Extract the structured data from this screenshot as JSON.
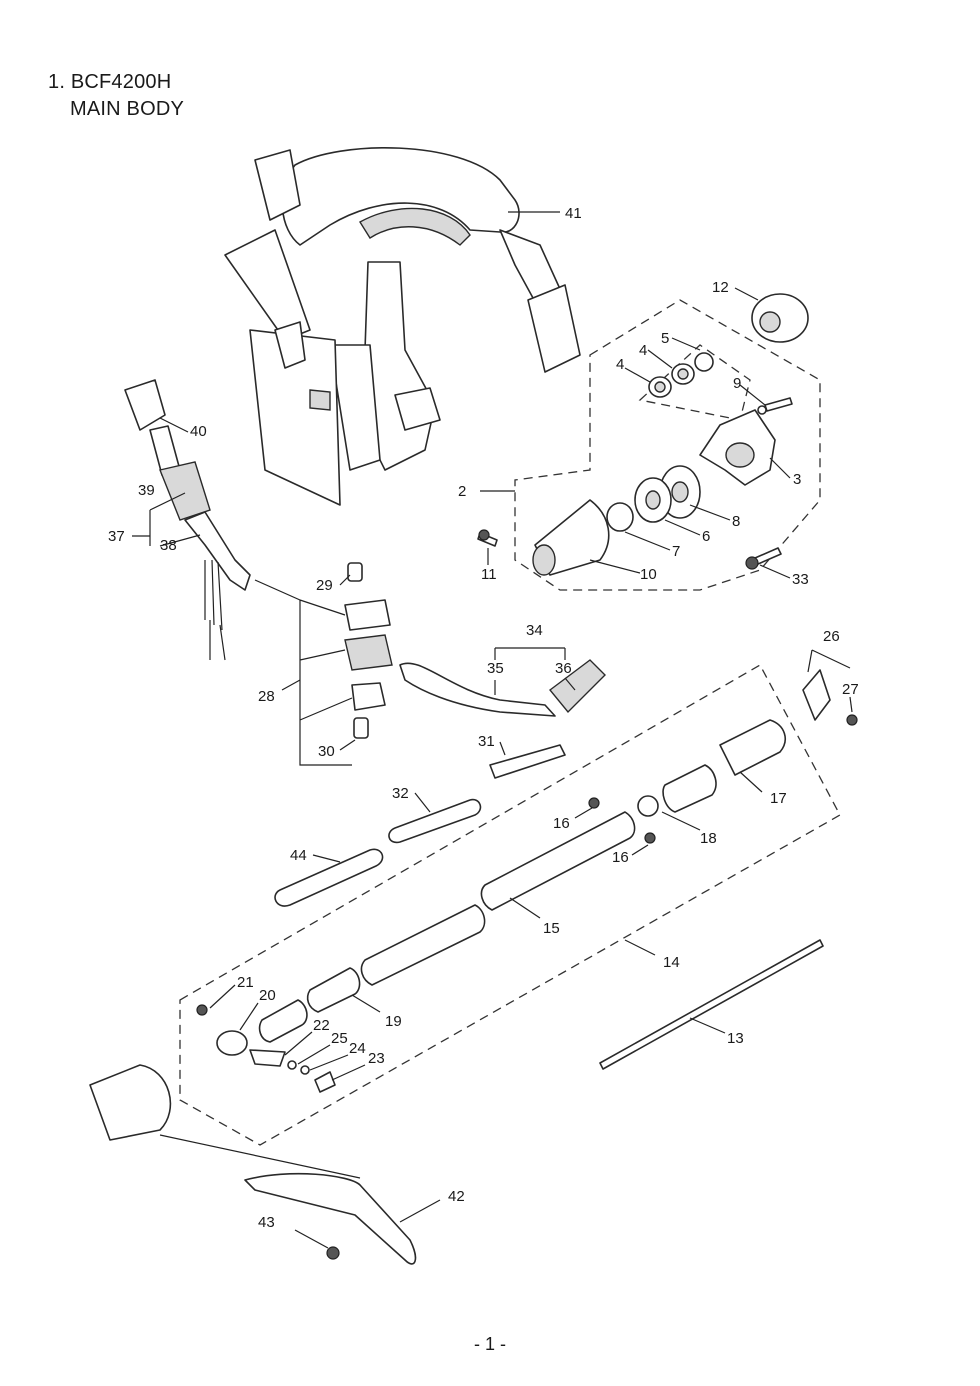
{
  "header": {
    "line1": "1. BCF4200H",
    "line2": "MAIN BODY"
  },
  "footer": {
    "page_number": "- 1 -"
  },
  "callouts": [
    {
      "id": "c41",
      "text": "41"
    },
    {
      "id": "c12",
      "text": "12"
    },
    {
      "id": "c5",
      "text": "5"
    },
    {
      "id": "c4a",
      "text": "4"
    },
    {
      "id": "c4b",
      "text": "4"
    },
    {
      "id": "c9",
      "text": "9"
    },
    {
      "id": "c3",
      "text": "3"
    },
    {
      "id": "c2",
      "text": "2"
    },
    {
      "id": "c8",
      "text": "8"
    },
    {
      "id": "c6",
      "text": "6"
    },
    {
      "id": "c7",
      "text": "7"
    },
    {
      "id": "c10",
      "text": "10"
    },
    {
      "id": "c11",
      "text": "11"
    },
    {
      "id": "c33",
      "text": "33"
    },
    {
      "id": "c40",
      "text": "40"
    },
    {
      "id": "c39",
      "text": "39"
    },
    {
      "id": "c37",
      "text": "37"
    },
    {
      "id": "c38",
      "text": "38"
    },
    {
      "id": "c29",
      "text": "29"
    },
    {
      "id": "c28",
      "text": "28"
    },
    {
      "id": "c30",
      "text": "30"
    },
    {
      "id": "c34",
      "text": "34"
    },
    {
      "id": "c35",
      "text": "35"
    },
    {
      "id": "c36",
      "text": "36"
    },
    {
      "id": "c26",
      "text": "26"
    },
    {
      "id": "c27",
      "text": "27"
    },
    {
      "id": "c31",
      "text": "31"
    },
    {
      "id": "c32",
      "text": "32"
    },
    {
      "id": "c17",
      "text": "17"
    },
    {
      "id": "c16a",
      "text": "16"
    },
    {
      "id": "c16b",
      "text": "16"
    },
    {
      "id": "c18",
      "text": "18"
    },
    {
      "id": "c44",
      "text": "44"
    },
    {
      "id": "c15",
      "text": "15"
    },
    {
      "id": "c14",
      "text": "14"
    },
    {
      "id": "c13",
      "text": "13"
    },
    {
      "id": "c21",
      "text": "21"
    },
    {
      "id": "c20",
      "text": "20"
    },
    {
      "id": "c19",
      "text": "19"
    },
    {
      "id": "c22",
      "text": "22"
    },
    {
      "id": "c25",
      "text": "25"
    },
    {
      "id": "c24",
      "text": "24"
    },
    {
      "id": "c23",
      "text": "23"
    },
    {
      "id": "c42",
      "text": "42"
    },
    {
      "id": "c43",
      "text": "43"
    }
  ]
}
